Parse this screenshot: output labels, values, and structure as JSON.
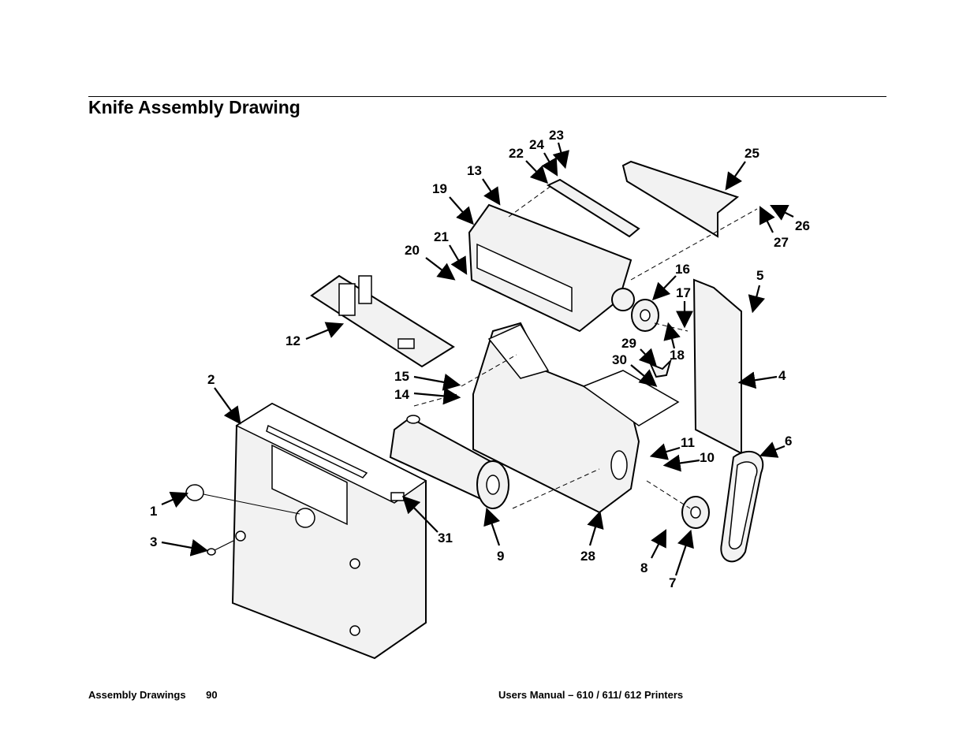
{
  "page": {
    "title": "Knife Assembly Drawing",
    "footer_section": "Assembly Drawings",
    "footer_page": "90",
    "footer_manual": "Users Manual – 610 / 611/ 612 Printers"
  },
  "callouts": [
    "1",
    "2",
    "3",
    "4",
    "5",
    "6",
    "7",
    "8",
    "9",
    "10",
    "11",
    "12",
    "13",
    "14",
    "15",
    "16",
    "17",
    "18",
    "19",
    "20",
    "21",
    "22",
    "23",
    "24",
    "25",
    "26",
    "27",
    "28",
    "29",
    "30",
    "31"
  ]
}
